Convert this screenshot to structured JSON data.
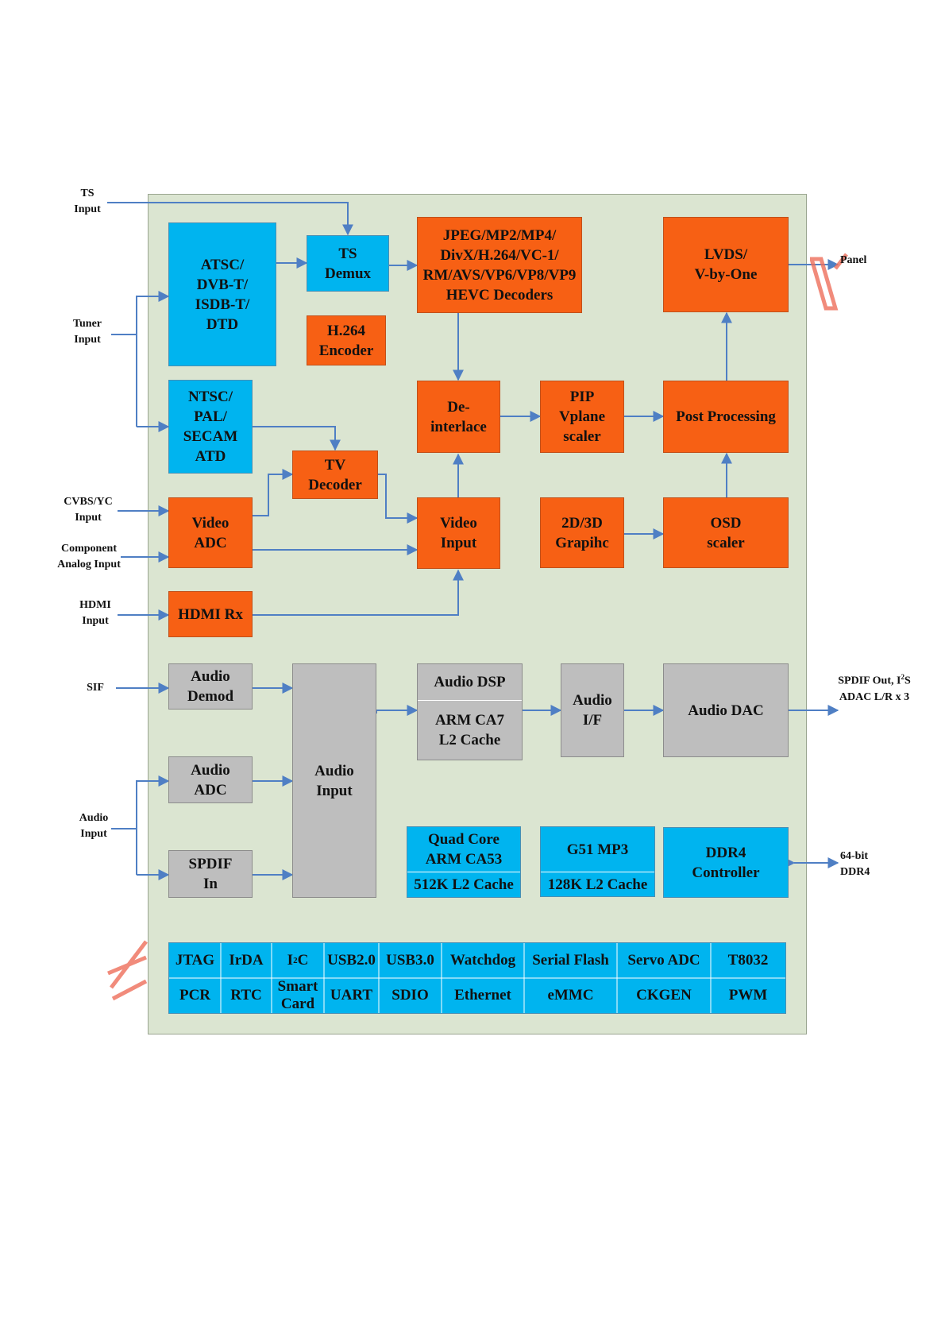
{
  "ext_labels": {
    "ts_input": "TS\nInput",
    "tuner_input": "Tuner\nInput",
    "cvbs_input": "CVBS/YC\nInput",
    "component_input": "Component\nAnalog Input",
    "hdmi_input": "HDMI\nInput",
    "sif": "SIF",
    "audio_input": "Audio\nInput",
    "panel": "Panel",
    "spdif_out_line1": "SPDIF Out, I",
    "spdif_out_sup": "2",
    "spdif_out_line1b": "S",
    "spdif_out_line2": "ADAC L/R x 3",
    "ddr4_ext": "64-bit\nDDR4"
  },
  "blocks": {
    "atsc": "ATSC/\nDVB-T/\nISDB-T/\nDTD",
    "ts_demux": "TS\nDemux",
    "decoders": "JPEG/MP2/MP4/\nDivX/H.264/VC-1/\nRM/AVS/VP6/VP8/VP9\nHEVC Decoders",
    "lvds": "LVDS/\nV-by-One",
    "h264_encoder": "H.264\nEncoder",
    "ntsc": "NTSC/\nPAL/\nSECAM\nATD",
    "deinterlace": "De-\ninterlace",
    "pip": "PIP\nVplane\nscaler",
    "post_processing": "Post Processing",
    "tv_decoder": "TV\nDecoder",
    "video_adc": "Video\nADC",
    "video_input": "Video\nInput",
    "graphic": "2D/3D\nGrapihc",
    "osd": "OSD\nscaler",
    "hdmi_rx": "HDMI Rx",
    "audio_demod": "Audio\nDemod",
    "audio_input": "Audio\nInput",
    "audio_dsp": "Audio DSP",
    "arm_ca7": "ARM CA7\nL2 Cache",
    "audio_if": "Audio\nI/F",
    "audio_dac": "Audio DAC",
    "audio_adc": "Audio\nADC",
    "spdif_in": "SPDIF\nIn",
    "quad_core": "Quad Core\nARM CA53",
    "l2_512k": "512K L2 Cache",
    "g51": "G51 MP3",
    "l2_128k": "128K L2 Cache",
    "ddr4": "DDR4\nController"
  },
  "peripherals": {
    "row1": [
      "JTAG",
      "IrDA",
      "I2C",
      "USB2.0",
      "USB3.0",
      "Watchdog",
      "Serial Flash",
      "Servo ADC",
      "T8032"
    ],
    "row2": [
      "PCR",
      "RTC",
      "Smart\nCard",
      "UART",
      "SDIO",
      "Ethernet",
      "eMMC",
      "CKGEN",
      "PWM"
    ],
    "i2c_base": "I",
    "i2c_sup": "2",
    "i2c_tail": "C"
  },
  "colors": {
    "blue": "#00b4ef",
    "orange": "#f76014",
    "gray": "#bebebe",
    "chip_bg": "#dbe5d1",
    "wire": "#4f7fc4"
  }
}
